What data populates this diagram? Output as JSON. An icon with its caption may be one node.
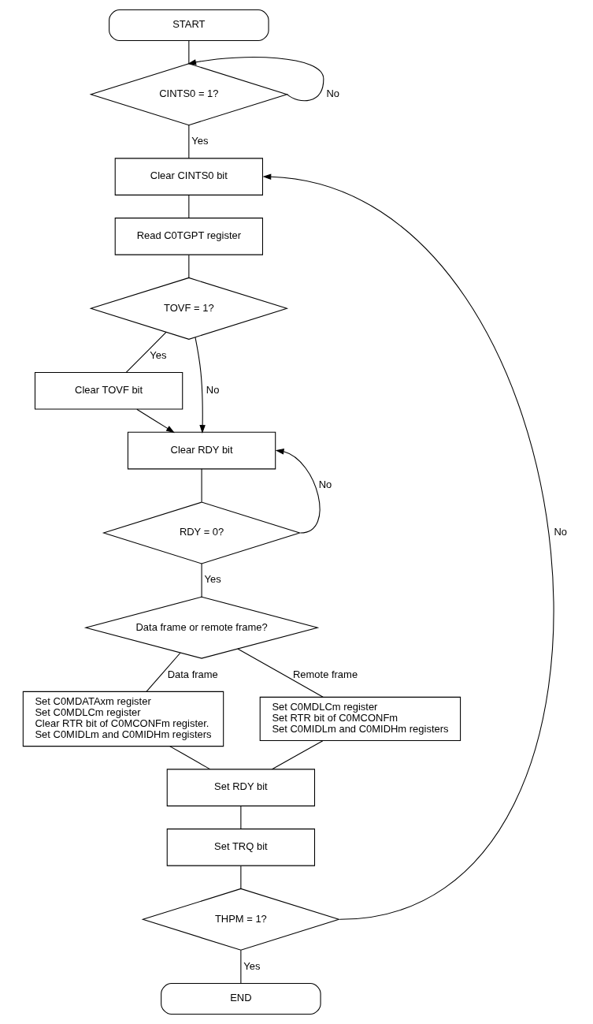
{
  "diagram": {
    "nodes": [
      {
        "text": [
          "START"
        ]
      },
      {
        "text": [
          "CINTS0 = 1?"
        ]
      },
      {
        "text": [
          "Clear CINTS0 bit"
        ]
      },
      {
        "text": [
          "Read C0TGPT register"
        ]
      },
      {
        "text": [
          "TOVF = 1?"
        ]
      },
      {
        "text": [
          "Clear TOVF bit"
        ]
      },
      {
        "text": [
          "Clear RDY bit"
        ]
      },
      {
        "text": [
          "RDY = 0?"
        ]
      },
      {
        "text": [
          "Data frame or remote frame?"
        ]
      },
      {
        "text": [
          "Set C0MDATAxm register",
          "Set C0MDLCm register",
          "Clear RTR bit of C0MCONFm register.",
          "Set C0MIDLm and C0MIDHm registers"
        ]
      },
      {
        "text": [
          "Set C0MDLCm register",
          "Set RTR bit of C0MCONFm",
          "Set C0MIDLm and C0MIDHm registers"
        ]
      },
      {
        "text": [
          "Set RDY bit"
        ]
      },
      {
        "text": [
          "Set TRQ bit"
        ]
      },
      {
        "text": [
          "THPM = 1?"
        ]
      },
      {
        "text": [
          "END"
        ]
      }
    ],
    "edges": [
      {
        "from": 0,
        "to": 1,
        "arrow": "none"
      },
      {
        "from": 1,
        "to": 1,
        "arrow": "to",
        "label": "No"
      },
      {
        "from": 1,
        "to": 2,
        "arrow": "none",
        "label": "Yes"
      },
      {
        "from": 2,
        "to": 3,
        "arrow": "none"
      },
      {
        "from": 3,
        "to": 4,
        "arrow": "none"
      },
      {
        "from": 4,
        "to": 5,
        "arrow": "none",
        "label": "Yes"
      },
      {
        "from": 4,
        "to": 6,
        "arrow": "to",
        "label": "No"
      },
      {
        "from": 5,
        "to": 6,
        "arrow": "to"
      },
      {
        "from": 6,
        "to": 7,
        "arrow": "none"
      },
      {
        "from": 7,
        "to": 6,
        "arrow": "to",
        "label": "No"
      },
      {
        "from": 7,
        "to": 8,
        "arrow": "none",
        "label": "Yes"
      },
      {
        "from": 8,
        "to": 9,
        "arrow": "none",
        "label": "Data frame"
      },
      {
        "from": 8,
        "to": 10,
        "arrow": "none",
        "label": "Remote frame"
      },
      {
        "from": 9,
        "to": 11,
        "arrow": "none"
      },
      {
        "from": 10,
        "to": 11,
        "arrow": "none"
      },
      {
        "from": 11,
        "to": 12,
        "arrow": "none"
      },
      {
        "from": 12,
        "to": 13,
        "arrow": "none"
      },
      {
        "from": 13,
        "to": 2,
        "arrow": "to",
        "label": "No"
      },
      {
        "from": 13,
        "to": 14,
        "arrow": "none",
        "label": "Yes"
      }
    ]
  }
}
